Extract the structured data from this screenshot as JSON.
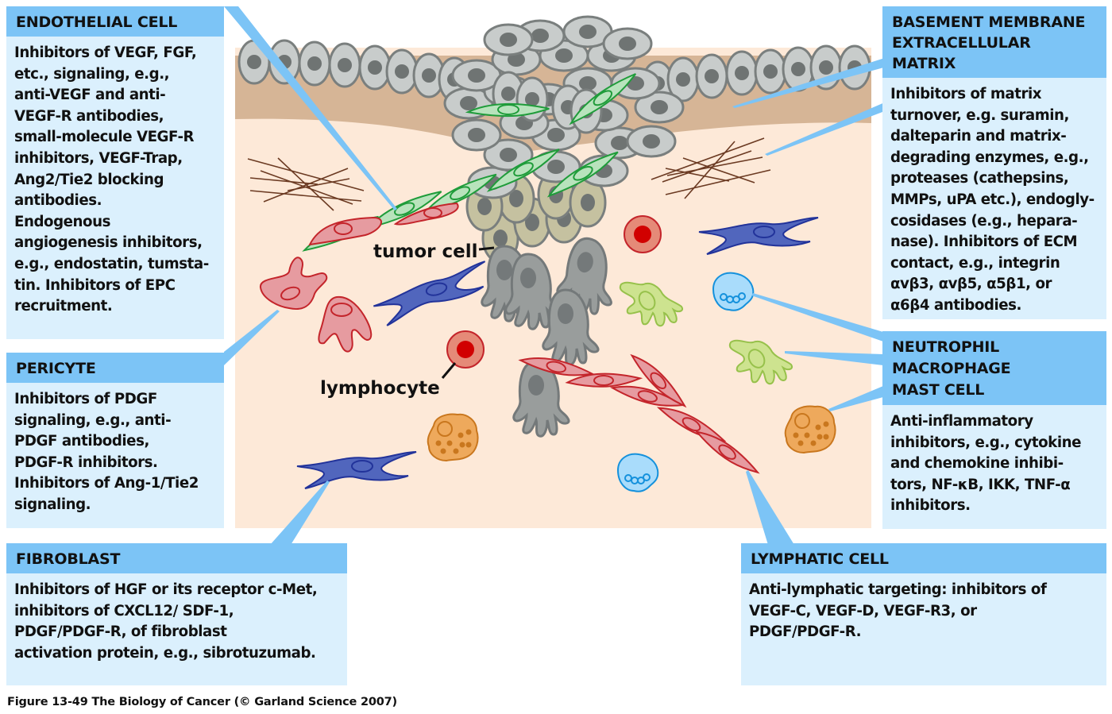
{
  "figure": {
    "caption": "Figure 13-49  The Biology of Cancer (© Garland Science 2007)",
    "colors": {
      "header_blue": "#7cc4f6",
      "box_fill": "#dbf0fd",
      "stroma": "#fde9d8",
      "basement_membrane": "#d6b596",
      "epithelial_cell": "#c8cccb",
      "tumor_cell_lower": "#c5c1a0",
      "endothelial_cell": "#b8e3bc",
      "pericyte": "#e69ba0",
      "fibroblast": "#5166bd",
      "lymphocyte": "#e58a78",
      "macrophage": "#cde38f",
      "mast_cell": "#eea95c",
      "neutrophil": "#a9dcfb"
    }
  },
  "labels": {
    "tumor_cell": "tumor cell",
    "lymphocyte": "lymphocyte"
  },
  "boxes": {
    "endothelial": {
      "title": "ENDOTHELIAL CELL",
      "text": "Inhibitors of VEGF, FGF,\netc., signaling, e.g.,\nanti-VEGF and anti-\nVEGF-R antibodies,\nsmall-molecule VEGF-R\ninhibitors, VEGF-Trap,\nAng2/Tie2 blocking\nantibodies.\nEndogenous\nangiogenesis inhibitors,\ne.g., endostatin, tumsta-\ntin. Inhibitors of EPC\nrecruitment."
    },
    "pericyte": {
      "title": "PERICYTE",
      "text": "Inhibitors of PDGF\nsignaling, e.g., anti-\nPDGF antibodies,\nPDGF-R inhibitors.\nInhibitors of Ang-1/Tie2\nsignaling."
    },
    "fibroblast": {
      "title": "FIBROBLAST",
      "text": "Inhibitors of HGF or its receptor c-Met,\ninhibitors of CXCL12/ SDF-1,\nPDGF/PDGF-R, of fibroblast\nactivation protein, e.g., sibrotuzumab."
    },
    "basement": {
      "title": "BASEMENT MEMBRANE\nEXTRACELLULAR MATRIX",
      "text": "Inhibitors of matrix\nturnover, e.g. suramin,\ndalteparin and matrix-\ndegrading enzymes, e.g.,\nproteases (cathepsins,\nMMPs, uPA etc.), endogly-\ncosidases (e.g., hepara-\nnase). Inhibitors of ECM\ncontact, e.g., integrin\nαvβ3, αvβ5, α5β1, or\nα6β4 antibodies."
    },
    "immune": {
      "title": "NEUTROPHIL\nMACROPHAGE\nMAST CELL",
      "text": "Anti-inflammatory\ninhibitors, e.g., cytokine\nand chemokine inhibi-\ntors, NF-κB, IKK, TNF-α\ninhibitors."
    },
    "lymphatic": {
      "title": "LYMPHATIC CELL",
      "text": "Anti-lymphatic targeting:  inhibitors of\nVEGF-C, VEGF-D, VEGF-R3, or\nPDGF/PDGF-R."
    }
  }
}
